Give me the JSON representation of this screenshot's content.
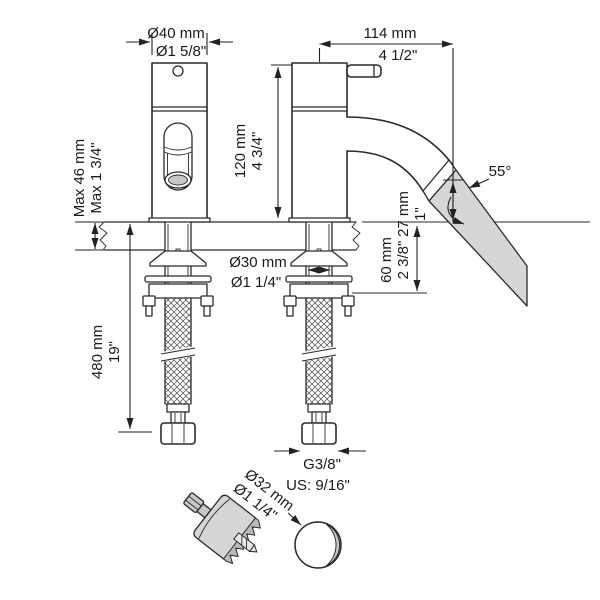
{
  "diagram_title": "Faucet installation dimensions technical drawing",
  "colors": {
    "line": "#2b2b2b",
    "fill_light_gray": "#d6d6d6",
    "fill_mid_gray": "#c7c7c7",
    "background": "#ffffff"
  },
  "dims": {
    "body_dia": {
      "metric": "Ø40 mm",
      "imperial": "Ø1 5/8\""
    },
    "reach": {
      "metric": "114 mm",
      "imperial": "4 1/2\""
    },
    "deck_max": {
      "metric": "Max 46 mm",
      "imperial": "Max 1 3/4\""
    },
    "height": {
      "metric": "120 mm",
      "imperial": "4 3/4\""
    },
    "angle": {
      "value": "55°"
    },
    "outlet_height": {
      "metric": "27 mm",
      "imperial": "1\""
    },
    "shank_len": {
      "metric": "60 mm",
      "imperial": "2 3/8\""
    },
    "shank_dia": {
      "metric": "Ø30 mm",
      "imperial": "Ø1 1/4\""
    },
    "hose_len": {
      "metric": "480 mm",
      "imperial": "19\""
    },
    "thread": {
      "metric": "G3/8\"",
      "imperial": "US: 9/16\""
    },
    "hole_dia": {
      "metric": "Ø32 mm",
      "imperial": "Ø1 1/4\""
    }
  }
}
